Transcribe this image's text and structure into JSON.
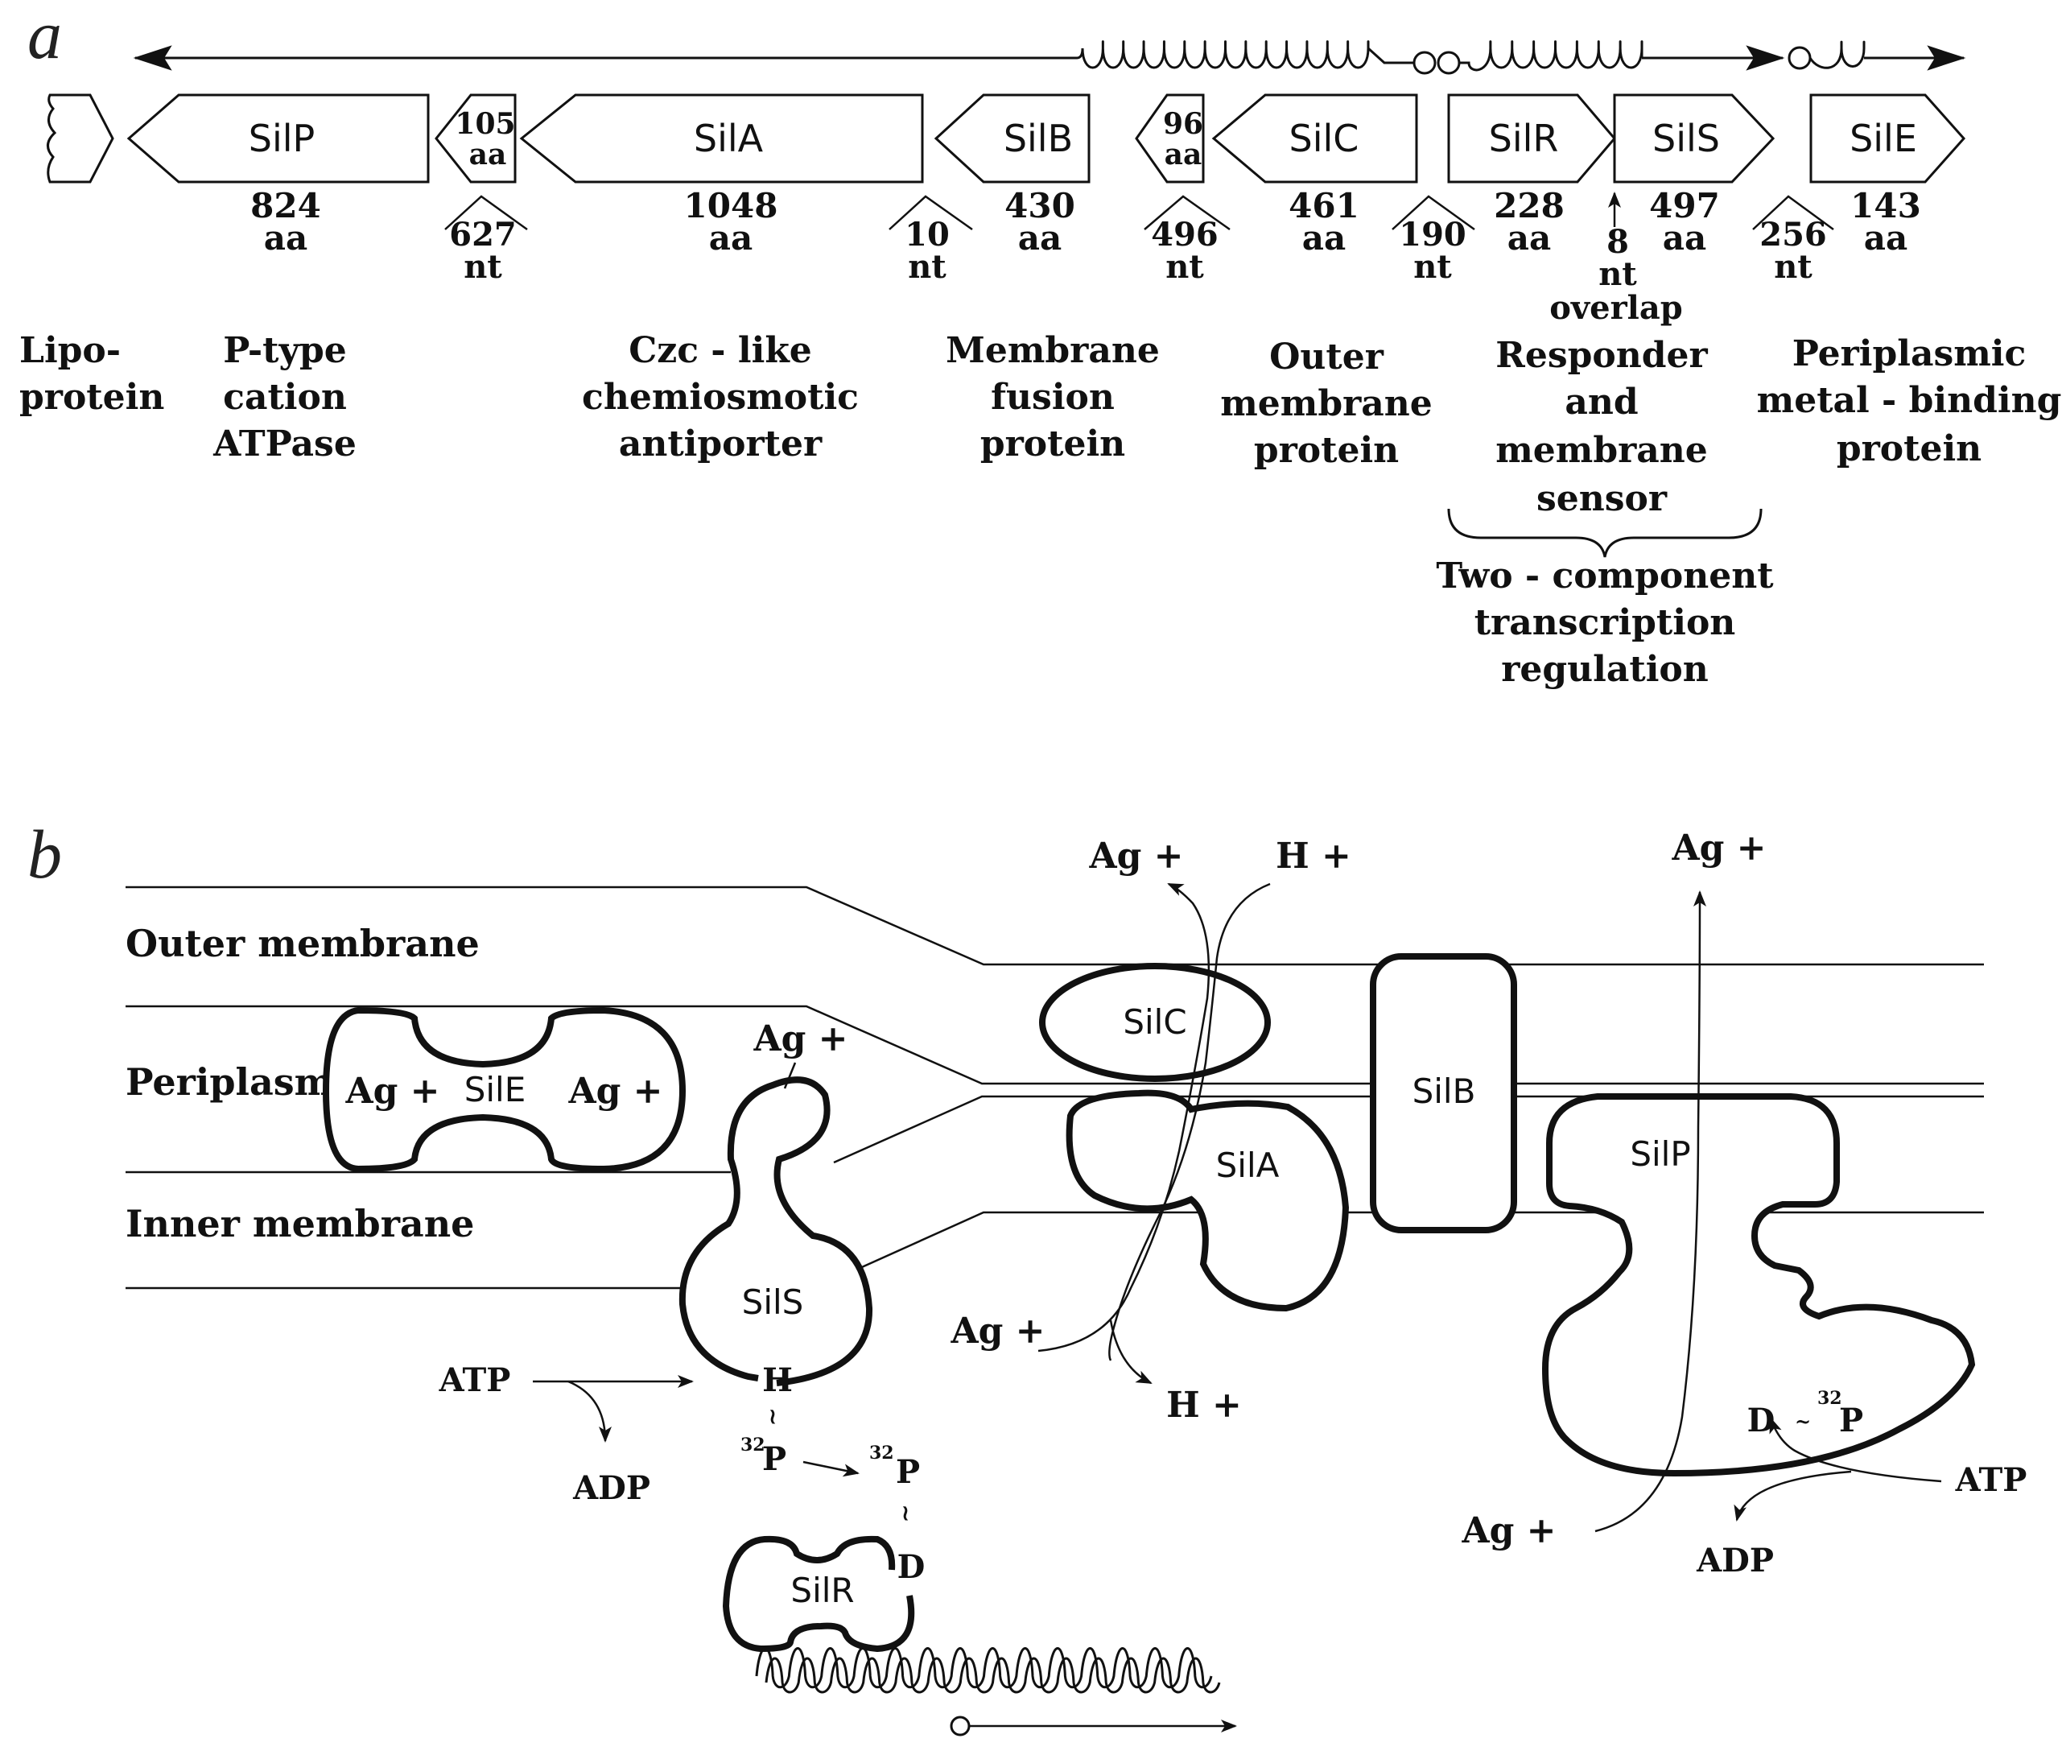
{
  "panels": {
    "a": "a",
    "b": "b"
  },
  "genes": [
    {
      "label": "SilP",
      "len": "824",
      "unit": "aa"
    },
    {
      "label": "105",
      "sub": "aa"
    },
    {
      "label": "SilA",
      "len": "1048",
      "unit": "aa"
    },
    {
      "label": "SilB",
      "len": "430",
      "unit": "aa"
    },
    {
      "label": "96",
      "sub": "aa"
    },
    {
      "label": "SilC",
      "len": "461",
      "unit": "aa"
    },
    {
      "label": "SilR",
      "len": "228",
      "unit": "aa"
    },
    {
      "label": "SilS",
      "len": "497",
      "unit": "aa"
    },
    {
      "label": "SilE",
      "len": "143",
      "unit": "aa"
    }
  ],
  "intergenic": [
    {
      "value": "627",
      "unit": "nt"
    },
    {
      "value": "10",
      "unit": "nt"
    },
    {
      "value": "496",
      "unit": "nt"
    },
    {
      "value": "190",
      "unit": "nt"
    },
    {
      "value": "256",
      "unit": "nt"
    }
  ],
  "overlap": {
    "value": "8",
    "unit": "nt",
    "word": "overlap"
  },
  "functions": {
    "lipo": [
      "Lipo-",
      "protein"
    ],
    "silp": [
      "P-type",
      "cation",
      "ATPase"
    ],
    "sila": [
      "Czc - like",
      "chemiosmotic",
      "antiporter"
    ],
    "silb": [
      "Membrane",
      "fusion",
      "protein"
    ],
    "silc": [
      "Outer",
      "membrane",
      "protein"
    ],
    "silrs": [
      "Responder",
      "and",
      "membrane",
      "sensor"
    ],
    "sile": [
      "Periplasmic",
      "metal - binding",
      "protein"
    ],
    "twocomp": [
      "Two - component",
      "transcription",
      "regulation"
    ]
  },
  "layers": {
    "outer": "Outer membrane",
    "peri": "Periplasm",
    "inner": "Inner membrane"
  },
  "proteins": {
    "sile": "SilE",
    "sils": "SilS",
    "silr": "SilR",
    "silc": "SilC",
    "sila": "SilA",
    "silb": "SilB",
    "silp": "SilP"
  },
  "ions": {
    "ag": "Ag +",
    "h": "H +",
    "atp": "ATP",
    "adp": "ADP",
    "H": "H",
    "D": "D",
    "P": "P",
    "p32": "32"
  }
}
